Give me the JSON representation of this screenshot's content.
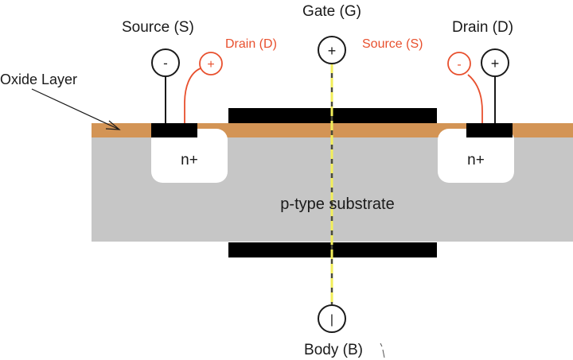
{
  "labels": {
    "oxide_layer": "Oxide Layer",
    "source_left": "Source (S)",
    "drain_left_alt": "Drain (D)",
    "gate": "Gate (G)",
    "source_right_alt": "Source (S)",
    "drain_right": "Drain (D)",
    "n_plus_left": "n+",
    "n_plus_right": "n+",
    "substrate": "p-type substrate",
    "body": "Body (B)"
  },
  "terminals": {
    "source_left_sign": "-",
    "drain_left_sign": "+",
    "gate_sign": "+",
    "source_right_sign": "-",
    "drain_right_sign": "+",
    "body_sign": "|"
  },
  "colors": {
    "substrate": "#c6c6c6",
    "oxide": "#d39455",
    "metal": "#000000",
    "n_region": "#ffffff",
    "alt_label": "#e8502e",
    "symmetry_line": "#f2ee5a",
    "text": "#1a1a1a"
  }
}
